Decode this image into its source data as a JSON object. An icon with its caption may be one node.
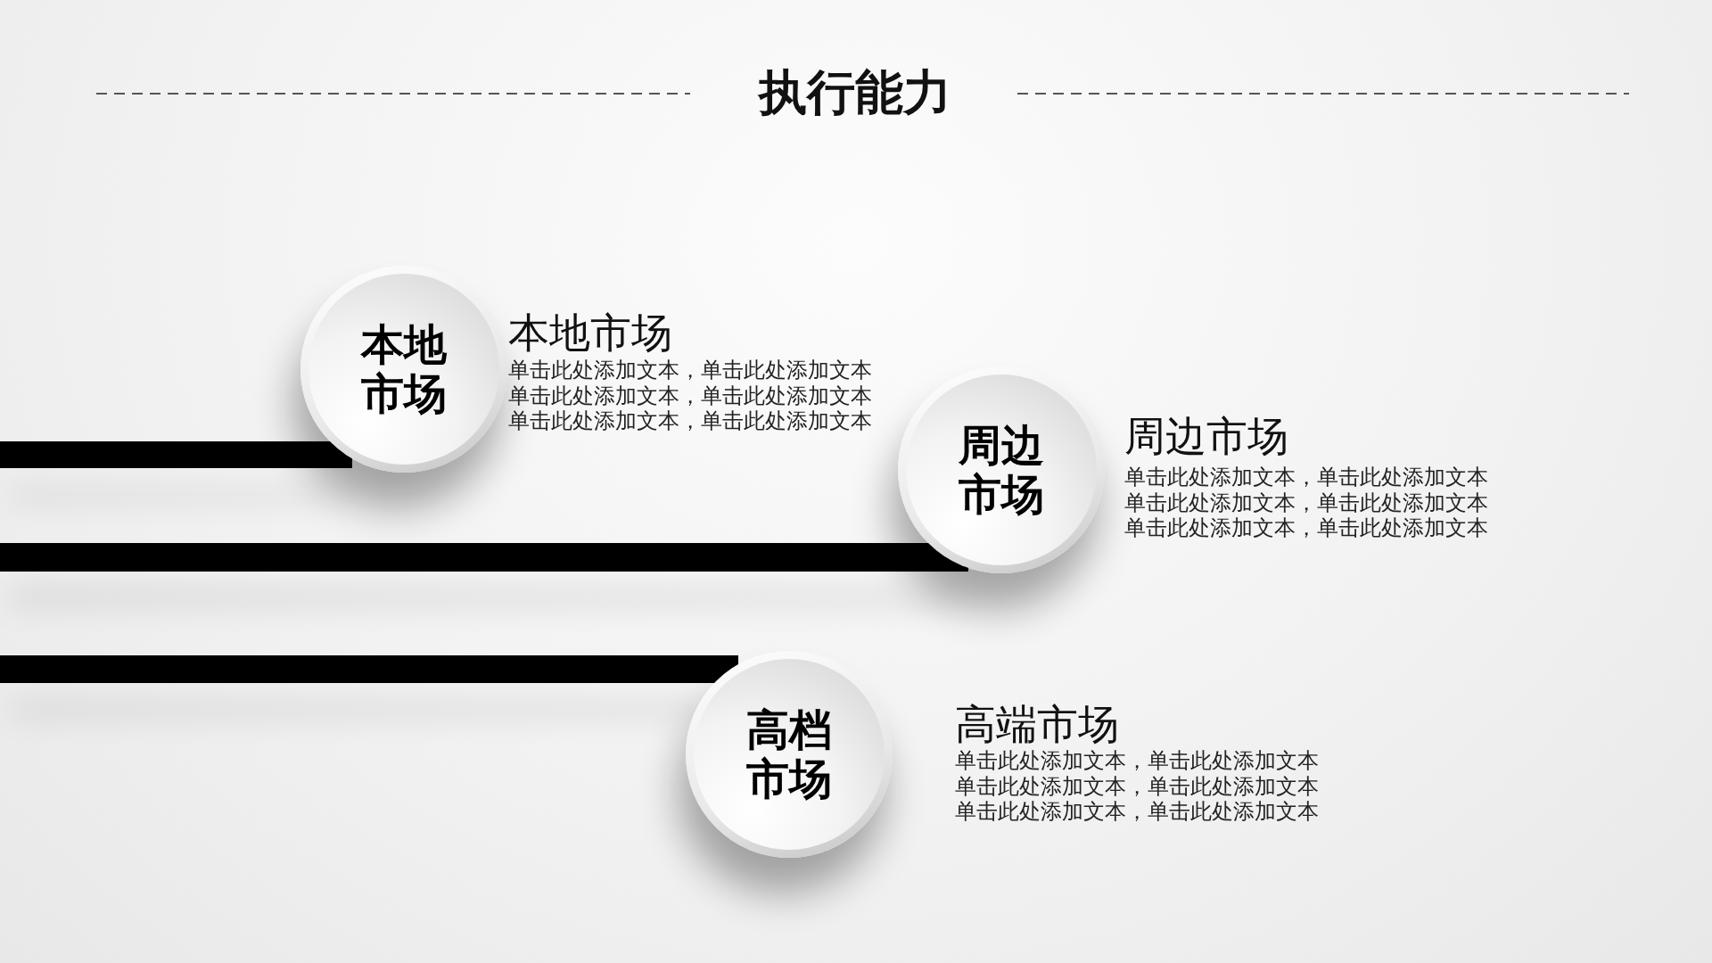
{
  "diagram": {
    "title": "执行能力",
    "nodes": [
      {
        "text": [
          "本地市场"
        ],
        "beside": [
          "本地市场",
          "单击此处添加文本，单击此处添加文本单击此处添加文本，单击此处添加文本单击此处添加文本，单击此处添加文本"
        ]
      },
      {
        "text": [],
        "shape": "bar"
      },
      {
        "text": [
          "周边市场"
        ],
        "beside": [
          "周边市场",
          "单击此处添加文本，单击此处添加文本单击此处添加文本，单击此处添加文本单击此处添加文本，单击此处添加文本"
        ]
      },
      {
        "text": [],
        "shape": "bar"
      },
      {
        "text": [
          "高档市场"
        ],
        "beside": [
          "高端市场",
          "单击此处添加文本，单击此处添加文本单击此处添加文本，单击此处添加文本单击此处添加文本，单击此处添加文本"
        ]
      },
      {
        "text": [],
        "shape": "bar"
      }
    ]
  }
}
